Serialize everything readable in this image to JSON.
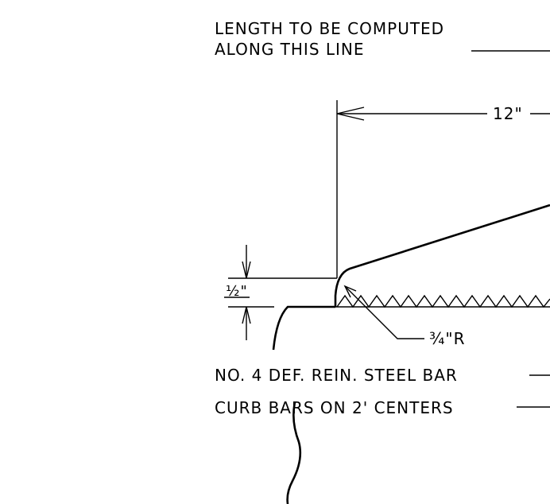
{
  "labels": {
    "length_line1": "LENGTH TO BE COMPUTED",
    "length_line2": "ALONG THIS LINE",
    "dim_12": "12\"",
    "half": "½\"",
    "radius": "¾\"R",
    "bar": "NO. 4 DEF. REIN. STEEL BAR",
    "curb": "CURB BARS ON 2' CENTERS"
  }
}
